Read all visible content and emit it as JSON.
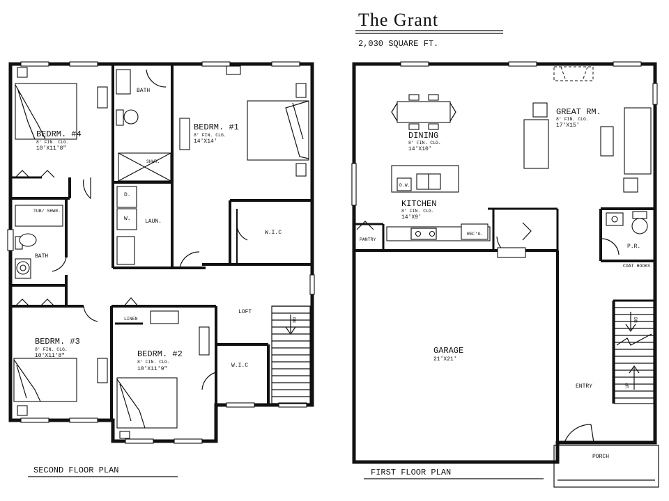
{
  "title": "The Grant",
  "square_feet": "2,030 SQUARE FT.",
  "second_floor": {
    "caption": "SECOND FLOOR PLAN",
    "rooms": {
      "bed4": {
        "name": "BEDRM. #4",
        "ceiling": "8' FIN. CLG.",
        "size": "10'X11'8\""
      },
      "bed1": {
        "name": "BEDRM. #1",
        "ceiling": "8' FIN. CLG.",
        "size": "14'X14'"
      },
      "bed3": {
        "name": "BEDRM. #3",
        "ceiling": "8' FIN. CLG.",
        "size": "10'X11'8\""
      },
      "bed2": {
        "name": "BEDRM. #2",
        "ceiling": "8' FIN. CLG.",
        "size": "10'X11'9\""
      },
      "bath_master": "BATH",
      "shower": "SHWR.",
      "bath_hall": "BATH",
      "tub": "TUB/ SHWR.",
      "laundry": "LAUN.",
      "dryer": "D.",
      "washer": "W.",
      "wic1": "W.I.C",
      "wic2": "W.I.C",
      "linen": "LINEN",
      "loft": "LOFT",
      "stair_dn": "DN"
    }
  },
  "first_floor": {
    "caption": "FIRST FLOOR PLAN",
    "rooms": {
      "dining": {
        "name": "DINING",
        "ceiling": "8' FIN. CLG.",
        "size": "14'X10'"
      },
      "great": {
        "name": "GREAT RM.",
        "ceiling": "8' FIN. CLG.",
        "size": "17'X15'"
      },
      "kitchen": {
        "name": "KITCHEN",
        "ceiling": "8' FIN. CLG.",
        "size": "14'X9'"
      },
      "garage": {
        "name": "GARAGE",
        "size": "21'X21'"
      },
      "pantry": "PANTRY",
      "dw": "D.W.",
      "refg": "REF'G.",
      "pr": "P.R.",
      "coat": "COAT HOOKS",
      "entry": "ENTRY",
      "porch": "PORCH",
      "stair_dn": "DN",
      "stair_up": "UP"
    }
  }
}
